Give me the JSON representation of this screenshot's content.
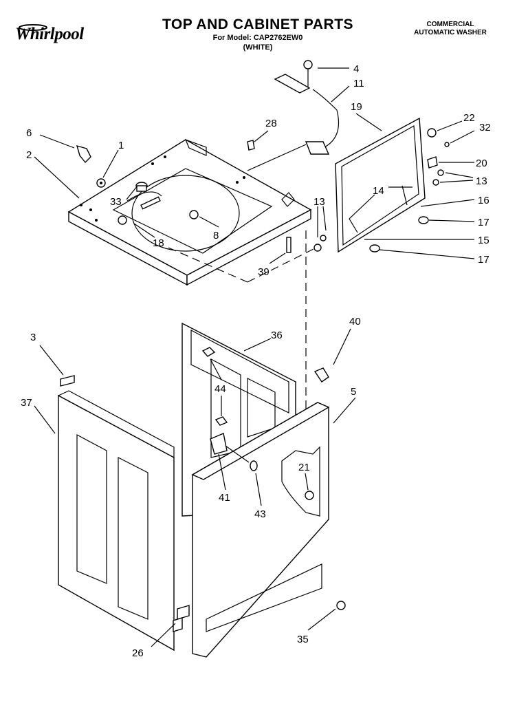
{
  "header": {
    "brand": "Whirlpool",
    "title": "TOP AND CABINET PARTS",
    "model_line": "For Model: CAP2762EW0",
    "color_line": "(WHITE)",
    "type_line1": "COMMERCIAL",
    "type_line2": "AUTOMATIC WASHER"
  },
  "callouts": [
    "4",
    "11",
    "19",
    "22",
    "32",
    "20",
    "13",
    "16",
    "17",
    "15",
    "17",
    "14",
    "13",
    "6",
    "1",
    "2",
    "28",
    "33",
    "8",
    "18",
    "39",
    "3",
    "37",
    "36",
    "40",
    "5",
    "44",
    "21",
    "41",
    "43",
    "26",
    "35"
  ]
}
